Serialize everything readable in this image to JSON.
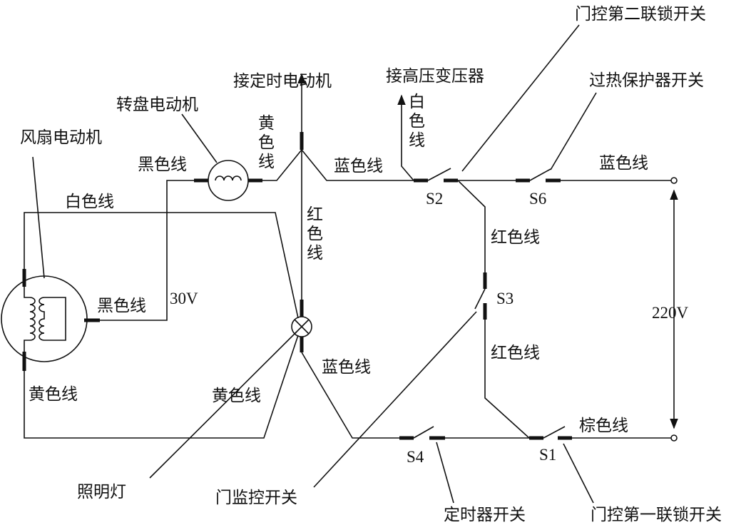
{
  "labels": {
    "fan_motor": "风扇电动机",
    "turntable_motor": "转盘电动机",
    "to_timer_motor": "接定时电动机",
    "to_hv_transformer": "接高压变压器",
    "door_second_interlock": "门控第二联锁开关",
    "overheat_protector": "过热保护器开关",
    "black_wire_top": "黑色线",
    "white_wire": "白色线",
    "black_wire_mid": "黑色线",
    "volt_30": "30V",
    "yellow_wire_left": "黄色线",
    "yellow_wire_mid": "黄色线",
    "yellow_wire_vertical": "黄色线",
    "white_wire_vertical": "白色线",
    "red_wire_vertical": "红色线",
    "blue_wire_top": "蓝色线",
    "blue_wire_right": "蓝色线",
    "blue_wire_lamp": "蓝色线",
    "red_wire_upper": "红色线",
    "red_wire_lower": "红色线",
    "brown_wire": "棕色线",
    "volt_220": "220V",
    "lamp": "照明灯",
    "door_monitor_switch": "门监控开关",
    "timer_switch": "定时器开关",
    "door_first_interlock": "门控第一联锁开关"
  },
  "switches": {
    "s1": "S1",
    "s2": "S2",
    "s3": "S3",
    "s4": "S4",
    "s6": "S6"
  }
}
